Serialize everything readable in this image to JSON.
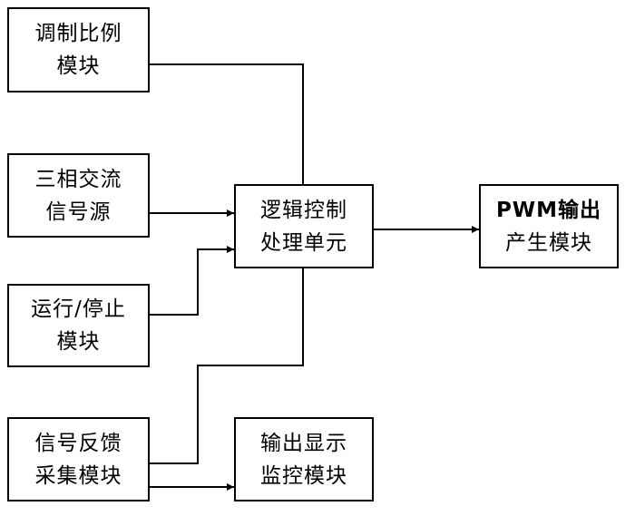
{
  "blocks": {
    "ratio_module": {
      "line1": "调制比例",
      "line2": "模块"
    },
    "three_phase_source": {
      "line1": "三相交流",
      "line2": "信号源"
    },
    "run_stop_module": {
      "line1": "运行/停止",
      "line2": "模块"
    },
    "feedback_module": {
      "line1": "信号反馈",
      "line2": "采集模块"
    },
    "logic_unit": {
      "line1": "逻辑控制",
      "line2": "处理单元"
    },
    "display_module": {
      "line1": "输出显示",
      "line2": "监控模块"
    },
    "pwm_module": {
      "line1": "PWM输出",
      "line2": "产生模块"
    }
  },
  "colors": {
    "stroke": "#000000",
    "background": "#ffffff"
  }
}
